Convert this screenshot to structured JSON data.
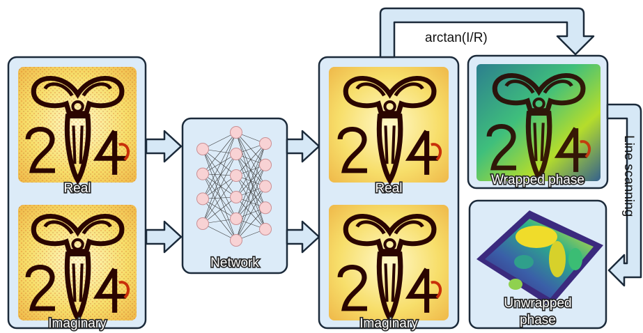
{
  "input_panel": {
    "real_label": "Real",
    "imaginary_label": "Imaginary"
  },
  "network": {
    "label": "Network",
    "layers": [
      4,
      6,
      5
    ]
  },
  "output_panel": {
    "real_label": "Real",
    "imaginary_label": "Imaginary"
  },
  "wrapped_panel": {
    "label": "Wrapped phase"
  },
  "unwrapped_panel": {
    "label_line1": "Unwrapped",
    "label_line2": "phase"
  },
  "arrows": {
    "arctan_label": "arctan(I/R)",
    "line_scanning_label": "Line scanning"
  },
  "colors": {
    "panel_fill": "#dcebf8",
    "node_fill": "#f8d2d4",
    "hot_dark": "#2a0500",
    "hot_mid": "#c8300a",
    "hot_light": "#fff4b0",
    "viridis_purple": "#46227a",
    "viridis_teal": "#22a884",
    "viridis_yellow": "#fde725"
  }
}
